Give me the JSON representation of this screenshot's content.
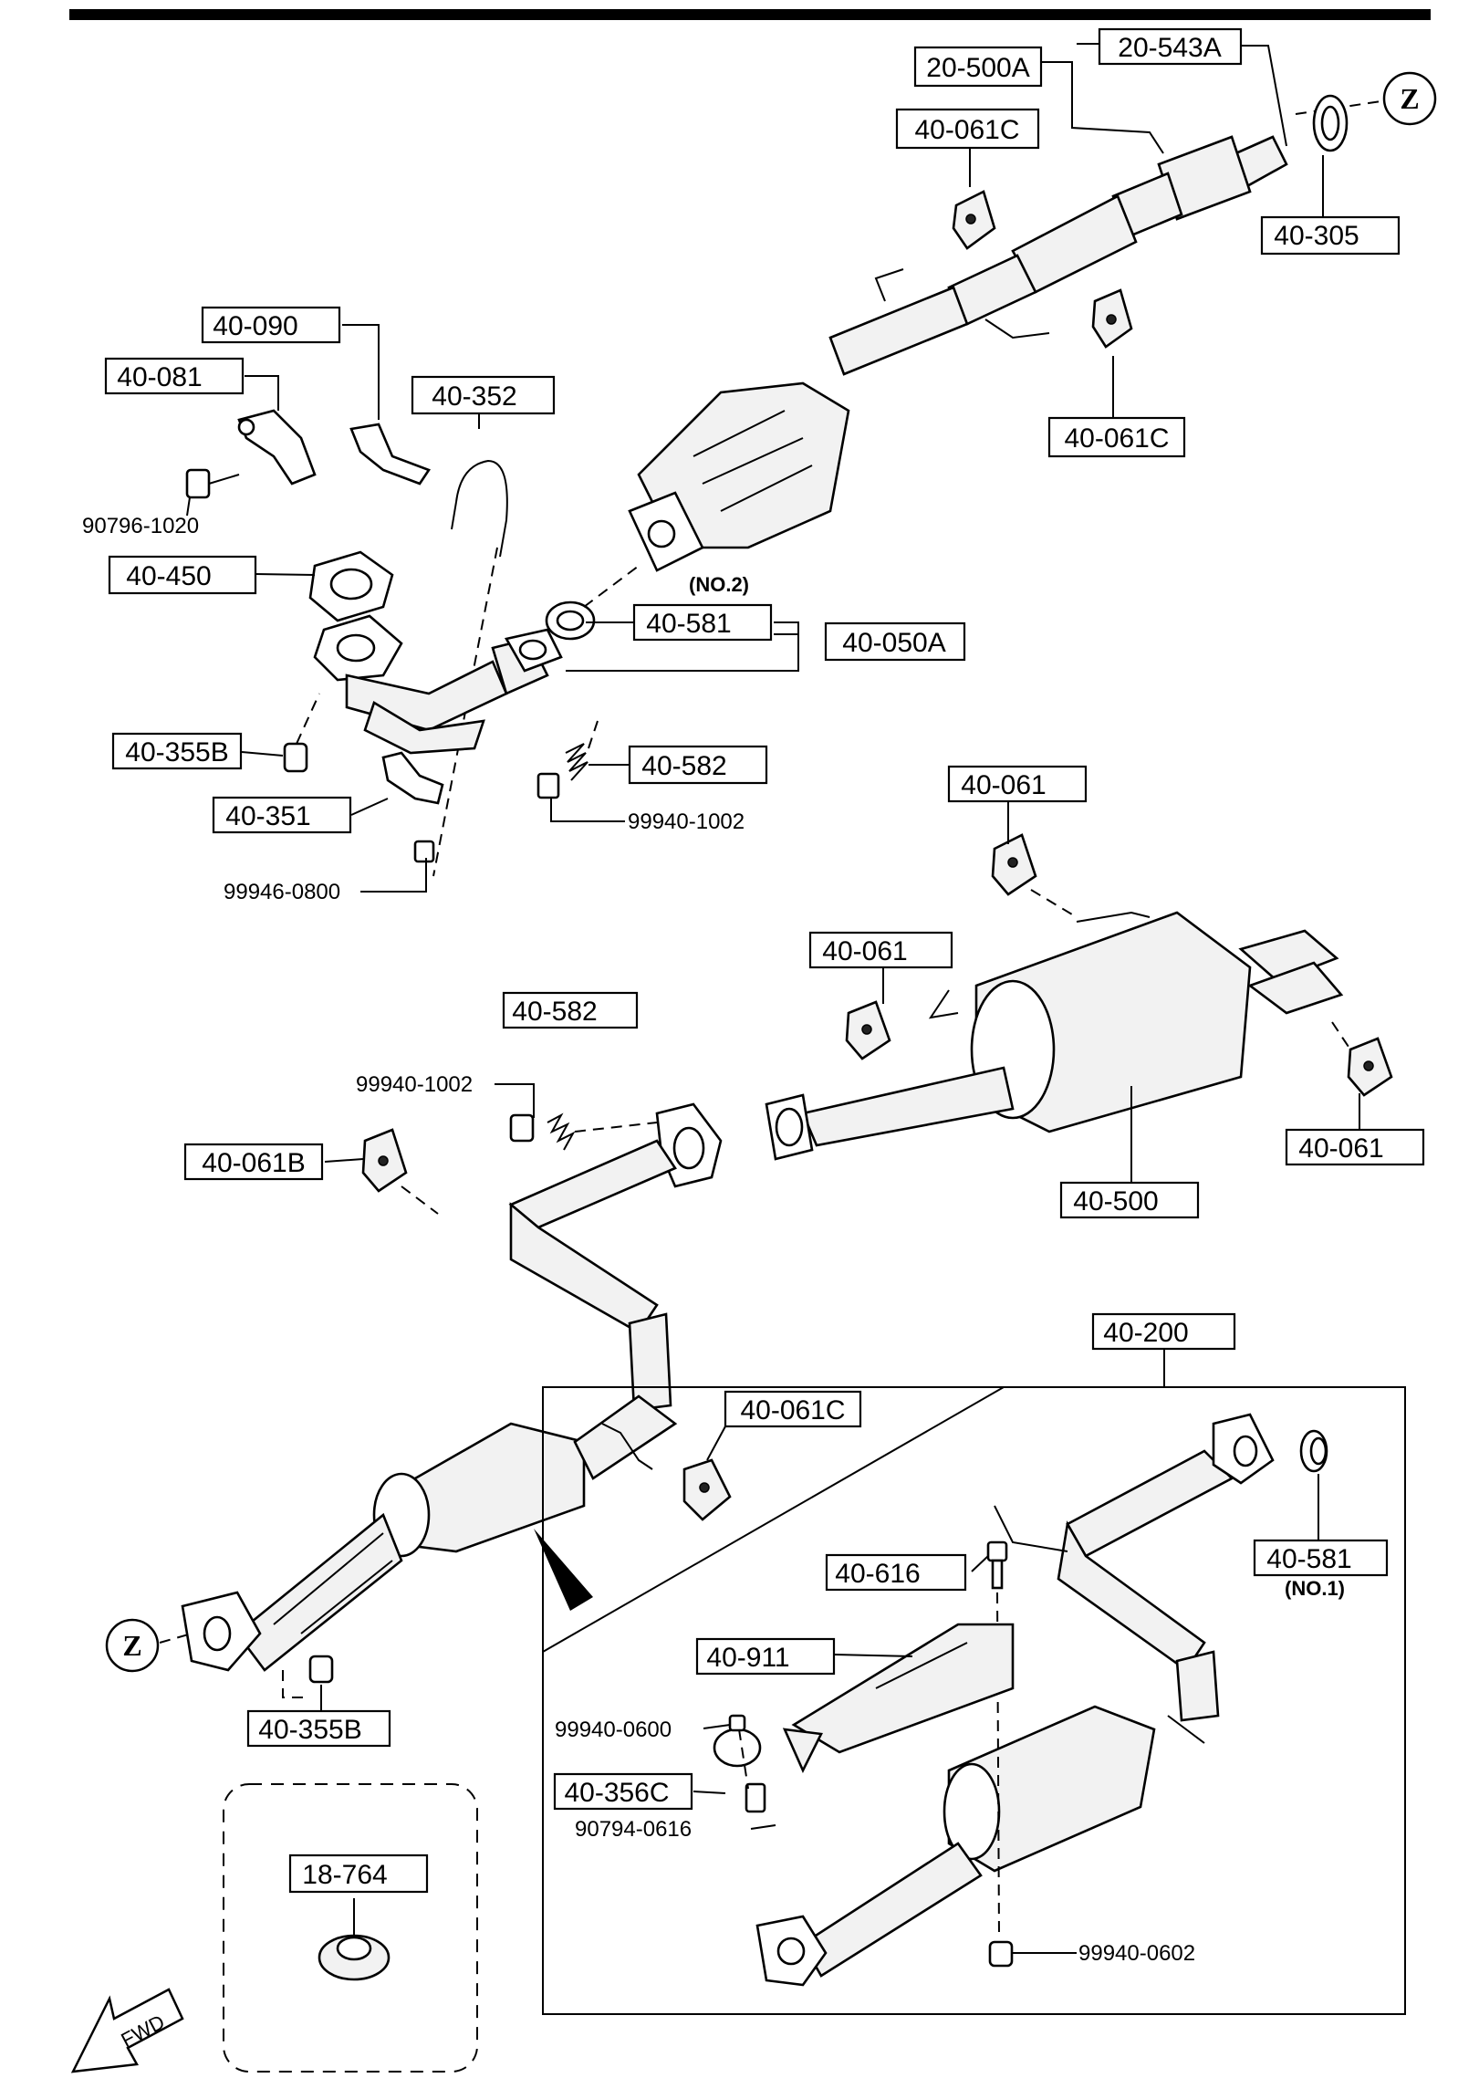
{
  "parts": {
    "p20_500A": "20-500A",
    "p20_543A": "20-543A",
    "p40_061C_a": "40-061C",
    "p40_305": "40-305",
    "p40_061C_b": "40-061C",
    "p40_090": "40-090",
    "p40_081": "40-081",
    "p40_352": "40-352",
    "p40_450": "40-450",
    "p40_581_a": "40-581",
    "p40_050A": "40-050A",
    "p40_355B_a": "40-355B",
    "p40_582_a": "40-582",
    "p40_351": "40-351",
    "p40_061_a": "40-061",
    "p40_061_b": "40-061",
    "p40_582_b": "40-582",
    "p40_061B": "40-061B",
    "p40_061_c": "40-061",
    "p40_500": "40-500",
    "p40_200": "40-200",
    "p40_061C_c": "40-061C",
    "p40_581_b": "40-581",
    "p40_616": "40-616",
    "p40_911": "40-911",
    "p40_355B_b": "40-355B",
    "p40_356C": "40-356C",
    "p18_764": "18-764"
  },
  "bolts": {
    "b90796_1020": "90796-1020",
    "b99940_1002_a": "99940-1002",
    "b99946_0800": "99946-0800",
    "b99940_1002_b": "99940-1002",
    "b99940_0600": "99940-0600",
    "b90794_0616": "90794-0616",
    "b99940_0602": "99940-0602"
  },
  "notes": {
    "no2": "(NO.2)",
    "no1": "(NO.1)",
    "z_marker": "Z",
    "fwd": "FWD"
  }
}
